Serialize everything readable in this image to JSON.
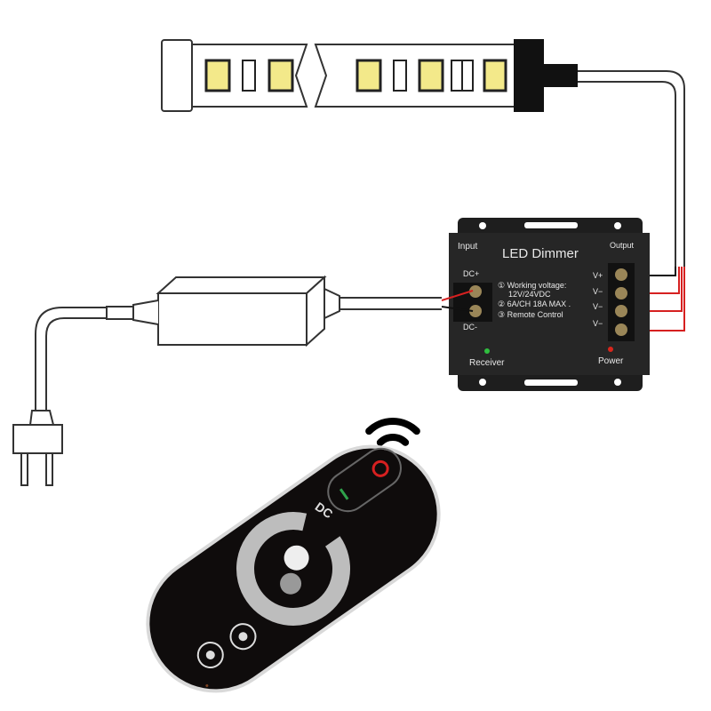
{
  "dimmer": {
    "title": "LED Dimmer",
    "input_label": "Input",
    "output_label": "Output",
    "dc_plus": "DC+",
    "dc_minus": "DC-",
    "spec_lines": [
      "① Working voltage:",
      "12V/24VDC",
      "② 6A/CH   18A MAX .",
      "③ Remote Control"
    ],
    "output_terminals": [
      "V+",
      "V−",
      "V−",
      "V−"
    ],
    "receiver_label": "Receiver",
    "power_label": "Power",
    "receiver_led_color": "#2fbf3f",
    "power_led_color": "#d9261c"
  },
  "remote": {
    "ring_label": "DC",
    "icons": [
      "power-icon",
      "dim-low-bulb-icon",
      "dim-high-bulb-icon",
      "color-ring"
    ]
  },
  "wireless_icon": "wifi-signal-icon",
  "colors": {
    "wire_red": "#d62020",
    "wire_black": "#111111",
    "led_yellow": "#f3e98a",
    "device_body": "#1e1e1e"
  }
}
